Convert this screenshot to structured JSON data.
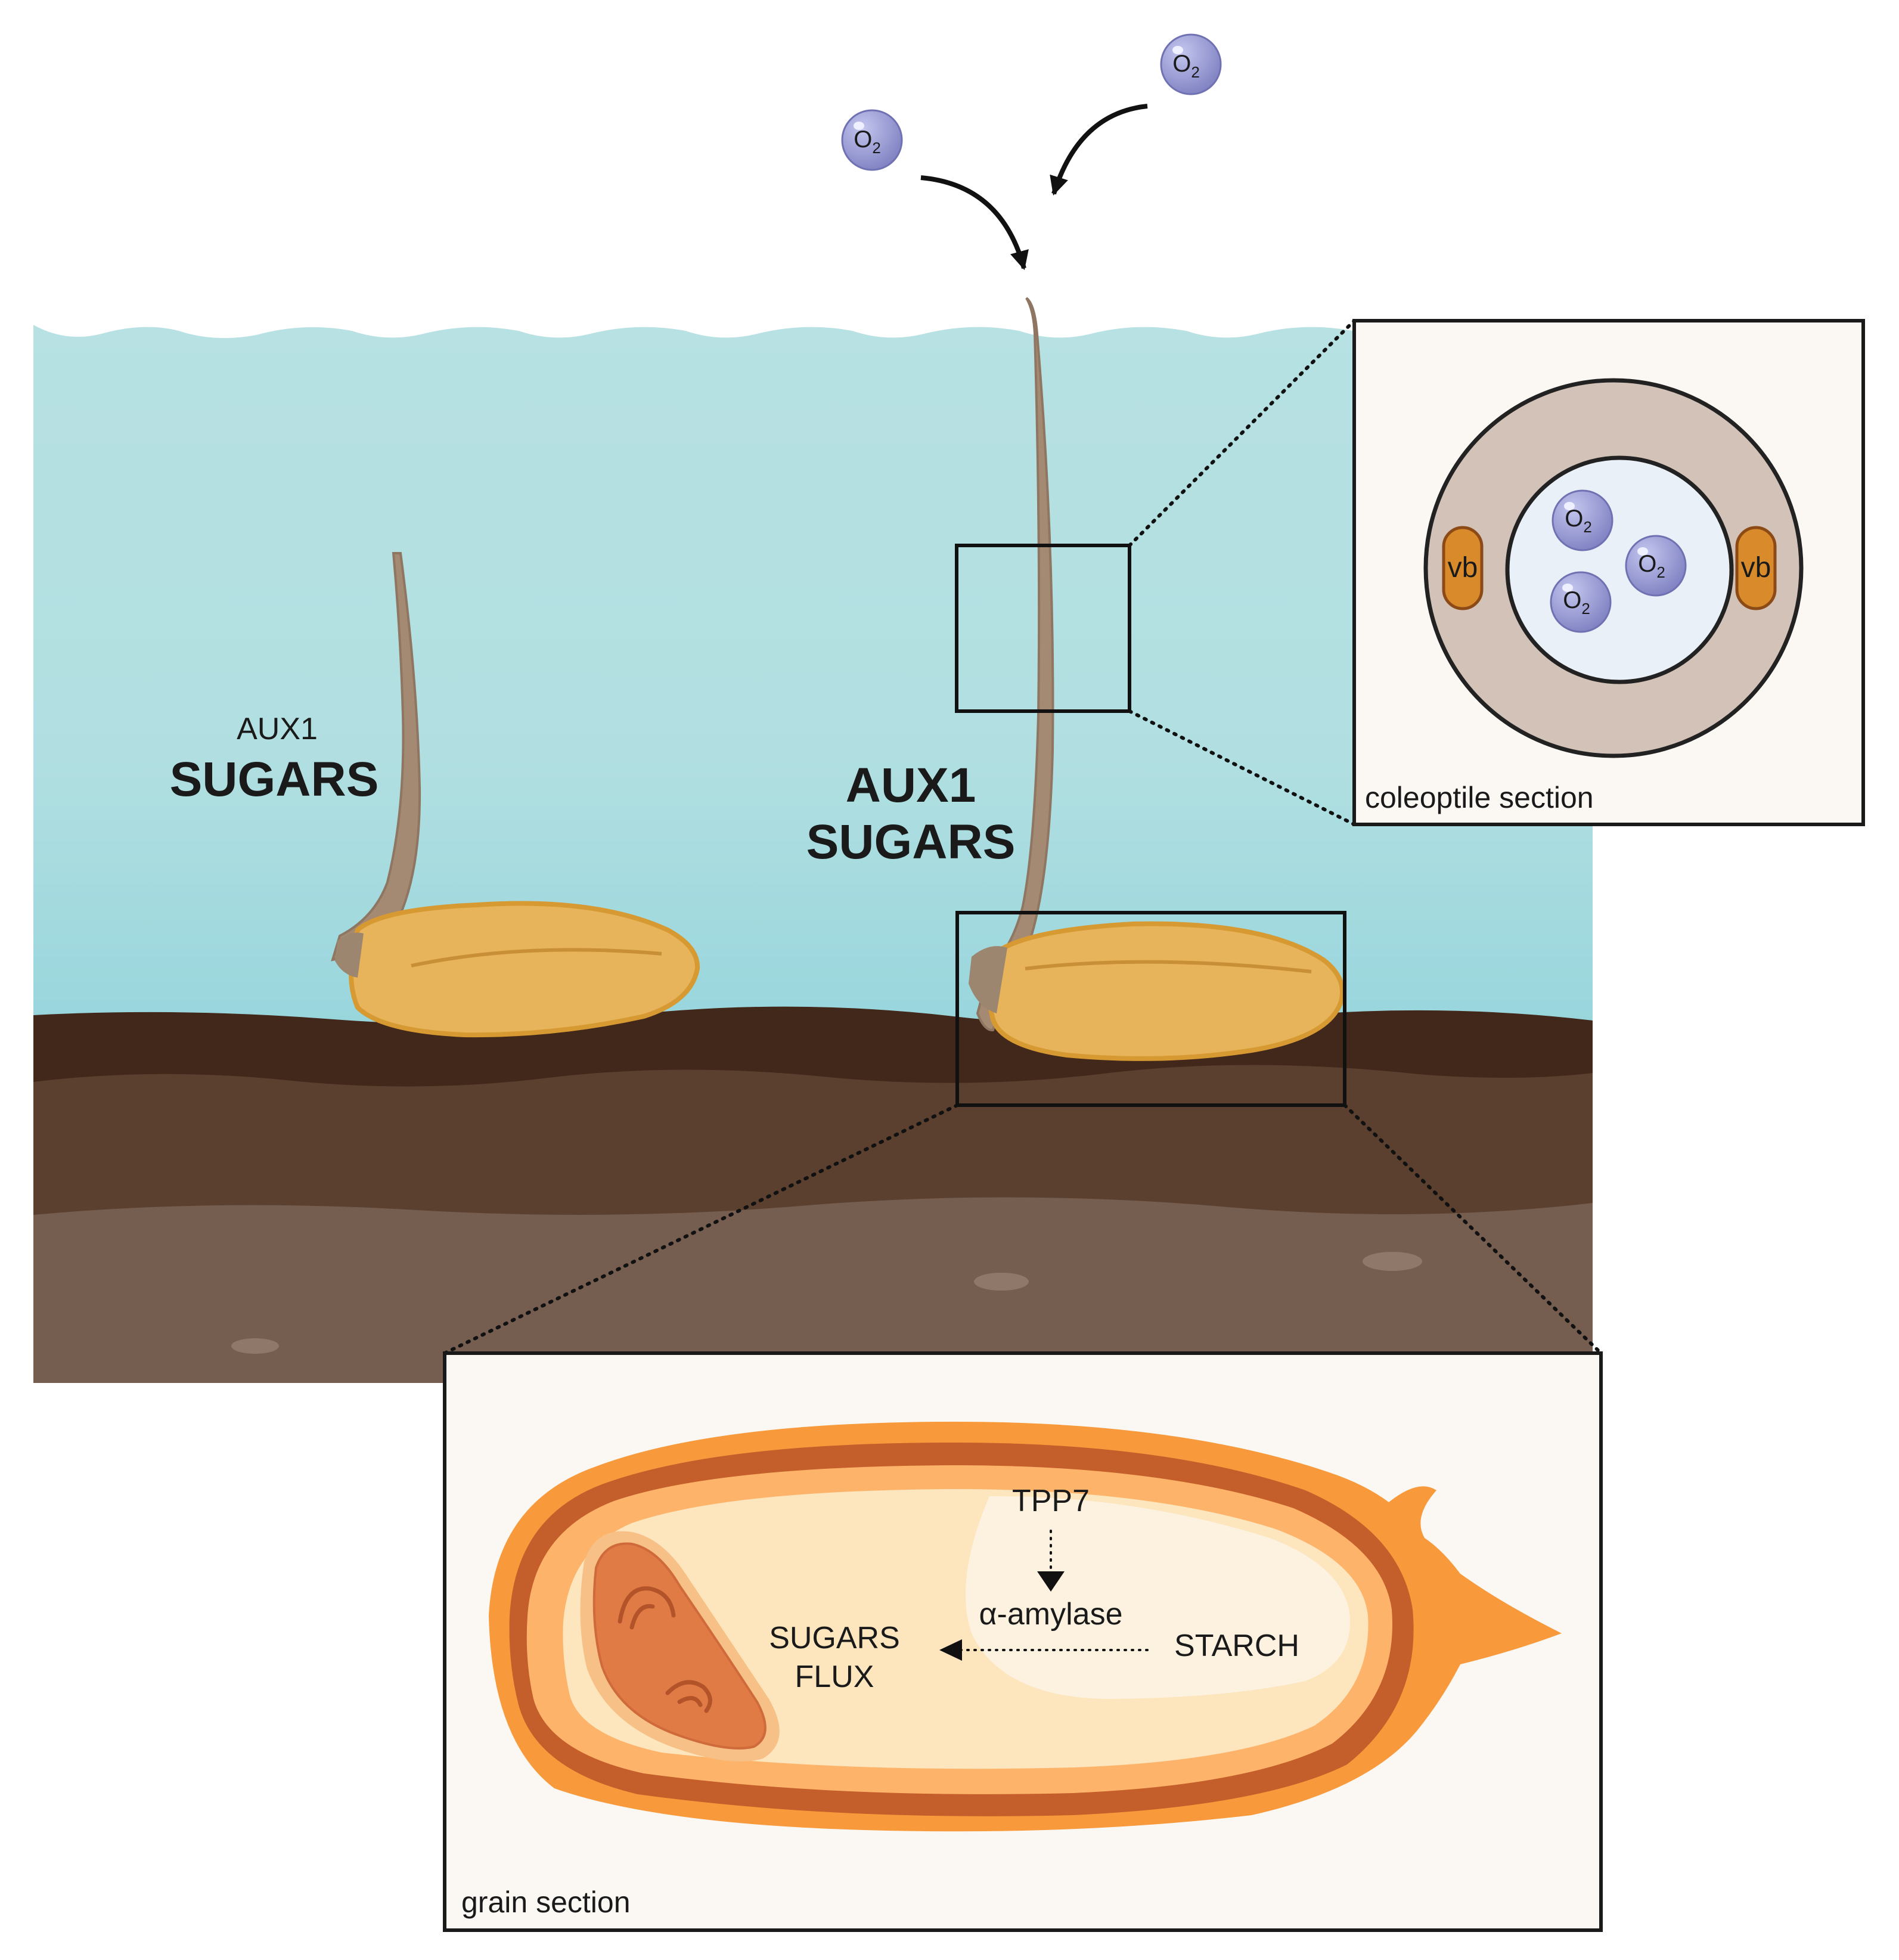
{
  "oxygen": {
    "molecule_label": "O",
    "subscript": "2"
  },
  "left_seedling": {
    "line1": "AUX1",
    "line2": "SUGARS"
  },
  "right_seedling": {
    "line1": "AUX1",
    "line2": "SUGARS"
  },
  "coleoptile_inset": {
    "caption": "coleoptile section",
    "vascular_bundle_left": "vb",
    "vascular_bundle_right": "vb"
  },
  "grain_inset": {
    "caption": "grain section",
    "tpp7": "TPP7",
    "amylase": "α-amylase",
    "starch": "STARCH",
    "sugars_line1": "SUGARS",
    "sugars_line2": "FLUX"
  },
  "colors": {
    "water_top": "#b7e1e2",
    "water_bottom": "#98d6dd",
    "soil_top": "#42281a",
    "soil_mid": "#5b4030",
    "soil_bottom": "#755e50",
    "seed": "#e7b45c",
    "coleoptile": "#a48a72",
    "oxygen": "#8d8fcc",
    "vascular_bundle": "#d98b2b",
    "grain_outer": "#f89a3b",
    "grain_coat": "#c45e2a",
    "embryo": "#e07b45",
    "endosperm": "#fde5bd"
  }
}
